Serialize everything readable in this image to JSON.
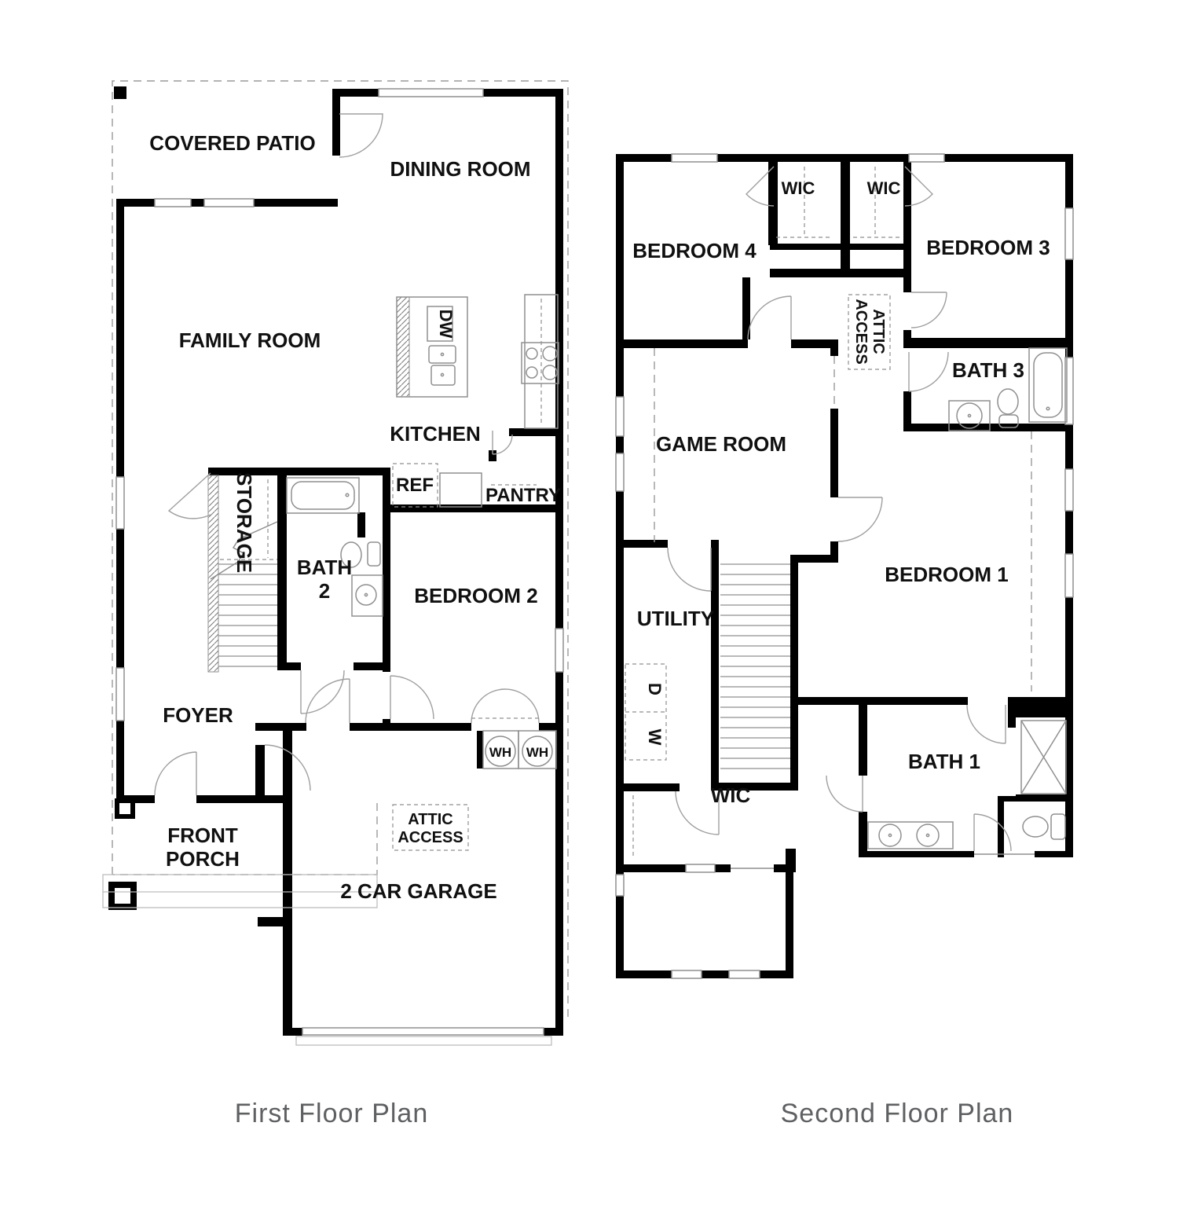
{
  "page": {
    "background": "#ffffff"
  },
  "colors": {
    "wall": "#000000",
    "thin_line": "#8f8f8f",
    "dashed_line": "#9a9a9a",
    "label_text": "#101010",
    "caption_text": "#5f6062"
  },
  "captions": {
    "first": "First Floor Plan",
    "second": "Second Floor Plan"
  },
  "first_floor": {
    "labels": {
      "covered_patio": "COVERED PATIO",
      "dining_room": "DINING ROOM",
      "family_room": "FAMILY ROOM",
      "kitchen": "KITCHEN",
      "dw": "DW",
      "ref": "REF",
      "pantry": "PANTRY",
      "storage": "STORAGE",
      "bath2_line1": "BATH",
      "bath2_line2": "2",
      "bedroom2": "BEDROOM 2",
      "foyer": "FOYER",
      "front_porch_line1": "FRONT",
      "front_porch_line2": "PORCH",
      "attic_line1": "ATTIC",
      "attic_line2": "ACCESS",
      "garage": "2 CAR GARAGE",
      "wh_left": "WH",
      "wh_right": "WH"
    }
  },
  "second_floor": {
    "labels": {
      "wic_left": "WIC",
      "wic_right": "WIC",
      "bedroom4": "BEDROOM 4",
      "bedroom3": "BEDROOM 3",
      "attic_line1": "ATTIC",
      "attic_line2": "ACCESS",
      "bath3": "BATH 3",
      "game_room": "GAME ROOM",
      "utility": "UTILITY",
      "dryer": "D",
      "washer": "W",
      "bedroom1": "BEDROOM 1",
      "bath1": "BATH 1",
      "wic_main": "WIC"
    }
  }
}
